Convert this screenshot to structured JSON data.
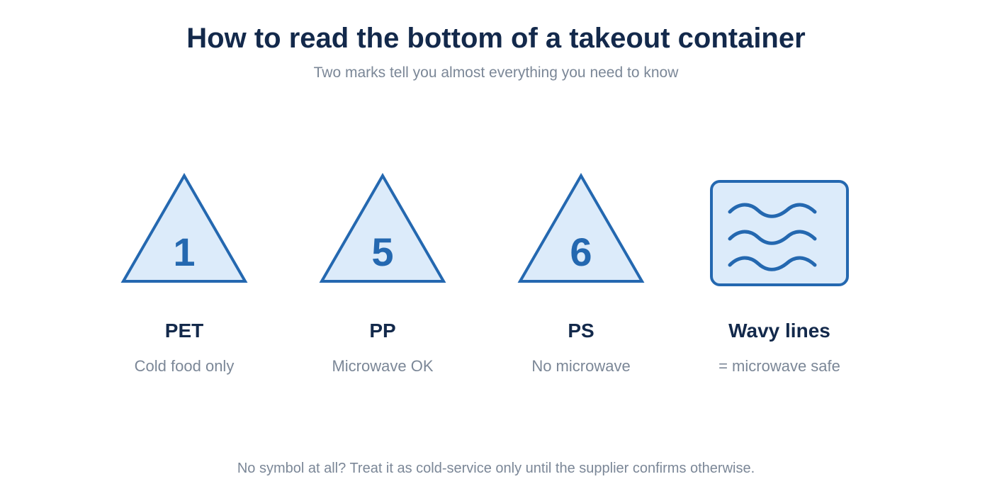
{
  "header": {
    "title": "How to read the bottom of a takeout container",
    "subtitle": "Two marks tell you almost everything you need to know"
  },
  "symbols": [
    {
      "type": "resin-triangle",
      "code": "1",
      "label": "PET",
      "description": "Cold food only"
    },
    {
      "type": "resin-triangle",
      "code": "5",
      "label": "PP",
      "description": "Microwave OK"
    },
    {
      "type": "resin-triangle",
      "code": "6",
      "label": "PS",
      "description": "No microwave"
    },
    {
      "type": "microwave-wavy-lines",
      "label": "Wavy lines",
      "description": "= microwave safe"
    }
  ],
  "footnote": "No symbol at all? Treat it as cold-service only until the supplier confirms otherwise.",
  "colors": {
    "stroke": "#2468b0",
    "fill": "#dcebfa",
    "heading": "#13294b",
    "muted": "#7b8797"
  }
}
